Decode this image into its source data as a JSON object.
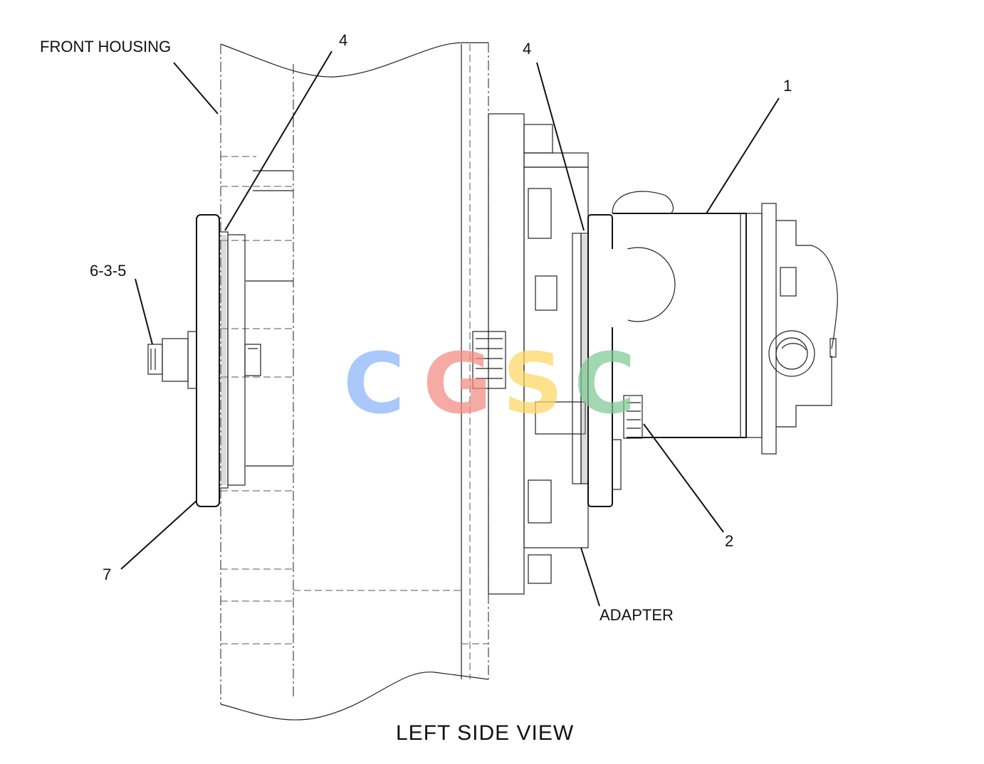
{
  "labels": {
    "front_housing": "FRONT HOUSING",
    "callout_4_left": "4",
    "callout_4_right": "4",
    "callout_1": "1",
    "callout_6_3_5": "6-3-5",
    "callout_7": "7",
    "callout_2": "2",
    "adapter": "ADAPTER",
    "view_title": "LEFT SIDE VIEW"
  },
  "watermark": {
    "letters": [
      "C",
      "G",
      "S",
      "C"
    ],
    "colors": [
      "#8ab4f8",
      "#f28b82",
      "#fdd663",
      "#81c995"
    ]
  }
}
